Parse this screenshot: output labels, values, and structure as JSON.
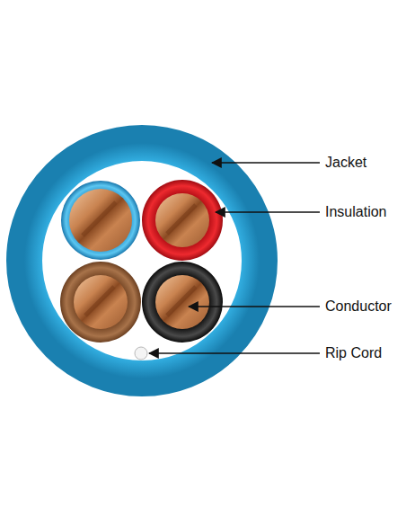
{
  "diagram": {
    "labels": [
      "Jacket",
      "Insulation",
      "Conductor",
      "Rip Cord"
    ]
  }
}
